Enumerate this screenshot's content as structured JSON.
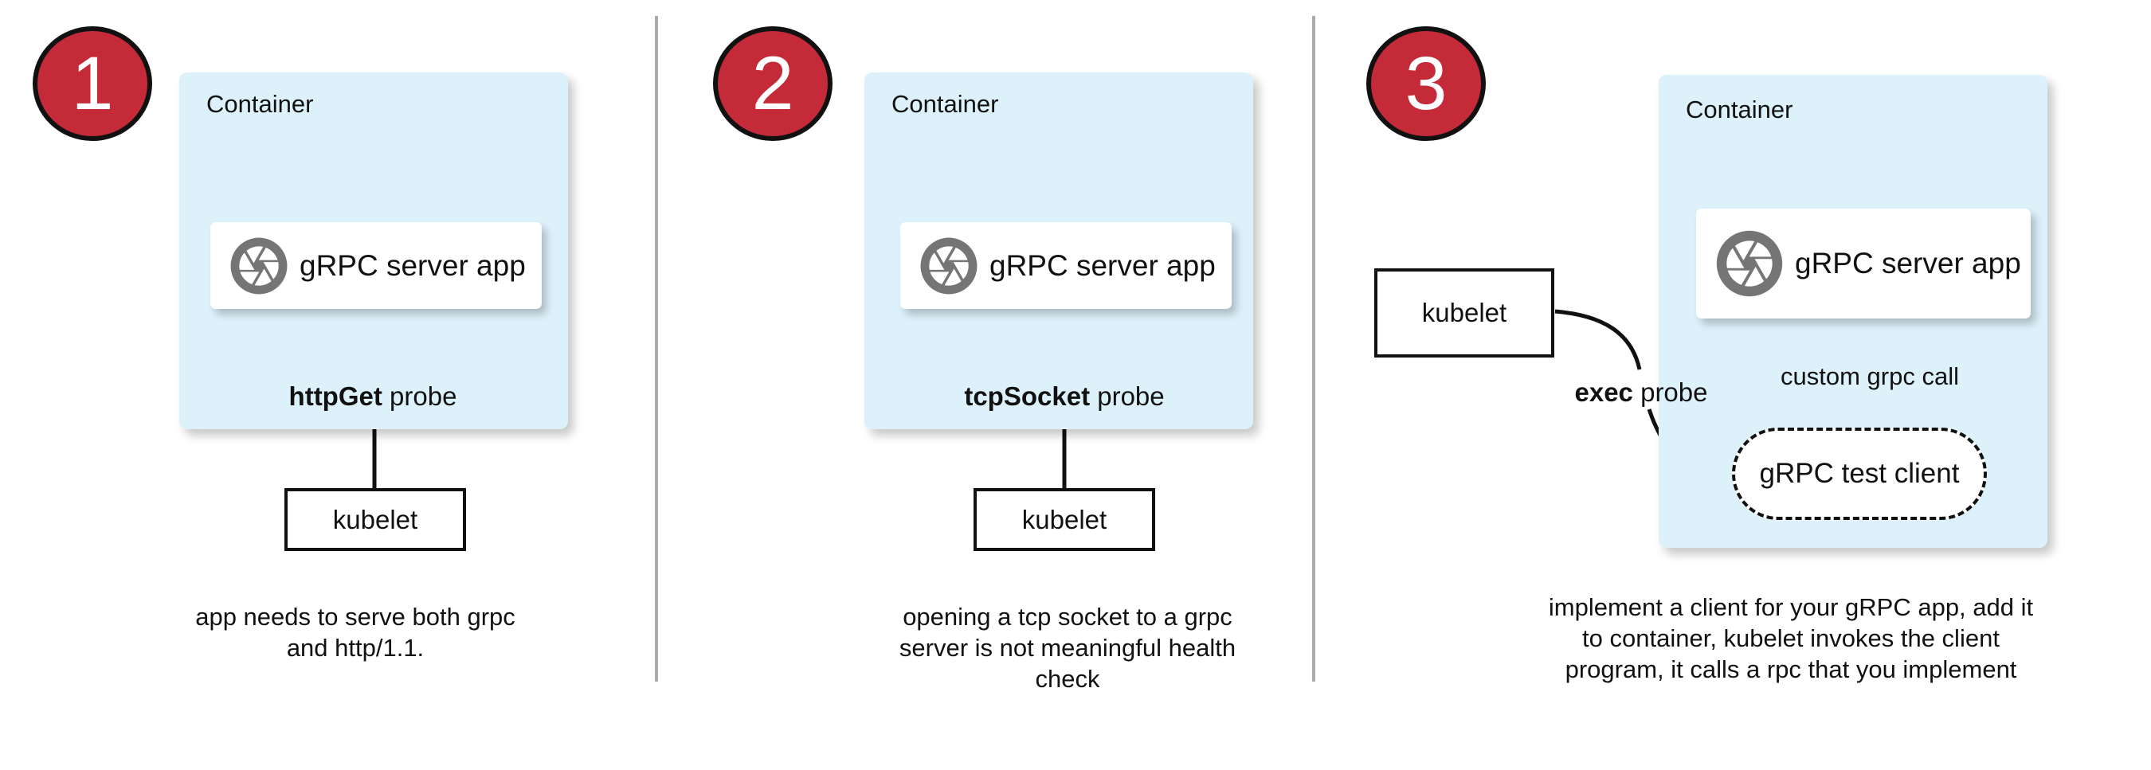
{
  "colors": {
    "badge_red": "#C52A39",
    "container_blue": "#DDF1FB",
    "icon_gray": "#757575",
    "divider_gray": "#ABABAB",
    "arrow_black": "#111111"
  },
  "panels": [
    {
      "badge": "1",
      "container_label": "Container",
      "app_icon": "aperture-icon",
      "app_label": "gRPC server app",
      "probe_bold": "httpGet",
      "probe_rest": " probe",
      "kubelet_label": "kubelet",
      "caption_lines": [
        "app needs to serve both grpc",
        "and http/1.1."
      ]
    },
    {
      "badge": "2",
      "container_label": "Container",
      "app_icon": "aperture-icon",
      "app_label": "gRPC server app",
      "probe_bold": "tcpSocket",
      "probe_rest": " probe",
      "kubelet_label": "kubelet",
      "caption_lines": [
        "opening a tcp socket to a grpc",
        "server is not meaningful health",
        "check"
      ]
    },
    {
      "badge": "3",
      "container_label": "Container",
      "app_icon": "aperture-icon",
      "app_label": "gRPC server app",
      "probe_bold": "exec",
      "probe_rest": " probe",
      "kubelet_label": "kubelet",
      "client_label": "gRPC test client",
      "call_label": "custom grpc call",
      "caption_lines": [
        "implement a client for your gRPC app, add it",
        "to container, kubelet invokes the client",
        "program, it calls a rpc that you implement"
      ]
    }
  ]
}
